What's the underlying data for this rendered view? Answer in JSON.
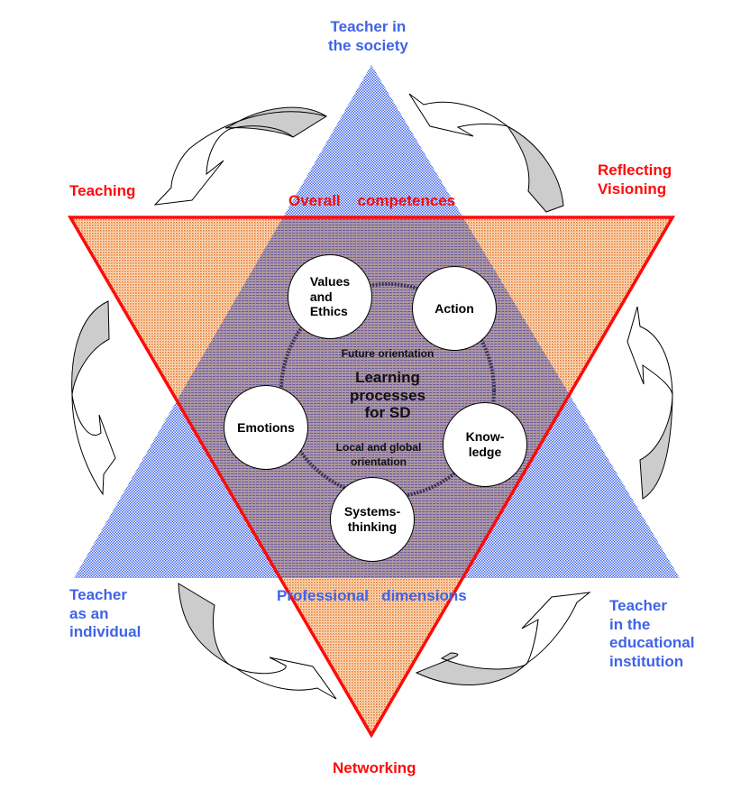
{
  "title": "Learning processes for SD",
  "colors": {
    "blue_text": "#3f63e8",
    "red_text": "#ff0a0a",
    "triangle_up_fill": "#3f63e8",
    "triangle_down_fill": "#e87a2c",
    "triangle_down_stroke": "#ff0a0a",
    "arrow_fill": "#cccccc"
  },
  "dimensions": {
    "top": [
      "Teacher in",
      "the society"
    ],
    "bottom_left": [
      "Teacher",
      "as an",
      "individual"
    ],
    "bottom_right": [
      "Teacher",
      "in the",
      "educational",
      "institution"
    ],
    "label": "Professional   dimensions"
  },
  "competences": {
    "top_left": "Teaching",
    "top_right": [
      "Reflecting",
      "Visioning"
    ],
    "bottom": "Networking",
    "label": "Overall    competences"
  },
  "center": {
    "title": [
      "Learning",
      "processes",
      "for SD"
    ],
    "upper_note": "Future orientation",
    "lower_note": [
      "Local and global",
      "orientation"
    ]
  },
  "bubbles": [
    {
      "id": "values",
      "lines": [
        "Values",
        "and",
        "Ethics"
      ]
    },
    {
      "id": "action",
      "lines": [
        "Action"
      ]
    },
    {
      "id": "emotions",
      "lines": [
        "Emotions"
      ]
    },
    {
      "id": "knowledge",
      "lines": [
        "Know-",
        "ledge"
      ]
    },
    {
      "id": "systems",
      "lines": [
        "Systems-",
        "thinking"
      ]
    }
  ]
}
